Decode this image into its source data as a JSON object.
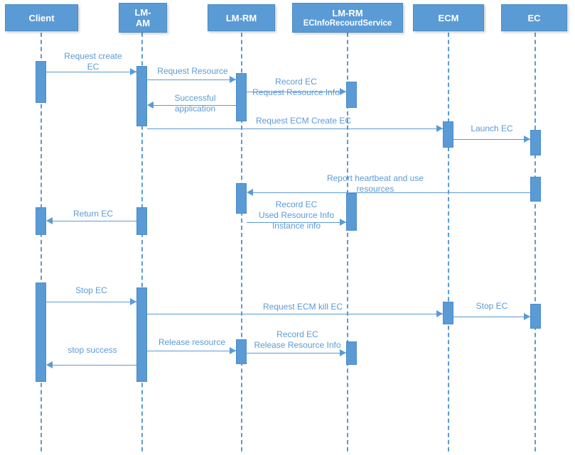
{
  "diagram": {
    "title": "EC lifecycle sequence diagram",
    "accent_color": "#5B9BD5",
    "header_text_color": "#FFFFFF",
    "label_color": "#5B9BD5",
    "background": "#FFFFFF",
    "participants": [
      {
        "id": "client",
        "label": "Client",
        "label2": ""
      },
      {
        "id": "lmam",
        "label": "LM-",
        "label2": "AM"
      },
      {
        "id": "lmrm",
        "label": "LM-RM",
        "label2": ""
      },
      {
        "id": "ecinfo",
        "label": "LM-RM",
        "label2": "ECInfoRecourdService"
      },
      {
        "id": "ecm",
        "label": "ECM",
        "label2": ""
      },
      {
        "id": "ec",
        "label": "EC",
        "label2": ""
      }
    ],
    "messages": [
      {
        "id": "m1",
        "text": "Request  create\nEC",
        "from": "client",
        "to": "lmam",
        "direction": "right"
      },
      {
        "id": "m2",
        "text": "Request Resource",
        "from": "lmam",
        "to": "lmrm",
        "direction": "right"
      },
      {
        "id": "m3",
        "text": "Record EC\nRequest Resource Info",
        "from": "lmrm",
        "to": "ecinfo",
        "direction": "right"
      },
      {
        "id": "m4",
        "text": "Successful\napplication",
        "from": "lmrm",
        "to": "lmam",
        "direction": "left"
      },
      {
        "id": "m5",
        "text": "Request ECM Create EC",
        "from": "lmam",
        "to": "ecm",
        "direction": "right"
      },
      {
        "id": "m6",
        "text": "Launch EC",
        "from": "ecm",
        "to": "ec",
        "direction": "right"
      },
      {
        "id": "m7",
        "text": "Report heartbeat and use\nresources",
        "from": "ec",
        "to": "lmrm",
        "direction": "left"
      },
      {
        "id": "m8",
        "text": "Record EC\nUsed Resource Info\nInstance info",
        "from": "lmrm",
        "to": "ecinfo",
        "direction": "right"
      },
      {
        "id": "m9",
        "text": "Return EC",
        "from": "lmam",
        "to": "client",
        "direction": "left"
      },
      {
        "id": "m10",
        "text": "Stop EC",
        "from": "client",
        "to": "lmam",
        "direction": "right"
      },
      {
        "id": "m11",
        "text": "Request ECM kill EC",
        "from": "lmam",
        "to": "ecm",
        "direction": "right"
      },
      {
        "id": "m12",
        "text": "Stop EC",
        "from": "ecm",
        "to": "ec",
        "direction": "right"
      },
      {
        "id": "m13",
        "text": "Release resource",
        "from": "lmam",
        "to": "lmrm",
        "direction": "right"
      },
      {
        "id": "m14",
        "text": "Record EC\nRelease Resource Info",
        "from": "lmrm",
        "to": "ecinfo",
        "direction": "right"
      },
      {
        "id": "m15",
        "text": "stop success",
        "from": "lmam",
        "to": "client",
        "direction": "left"
      }
    ]
  }
}
